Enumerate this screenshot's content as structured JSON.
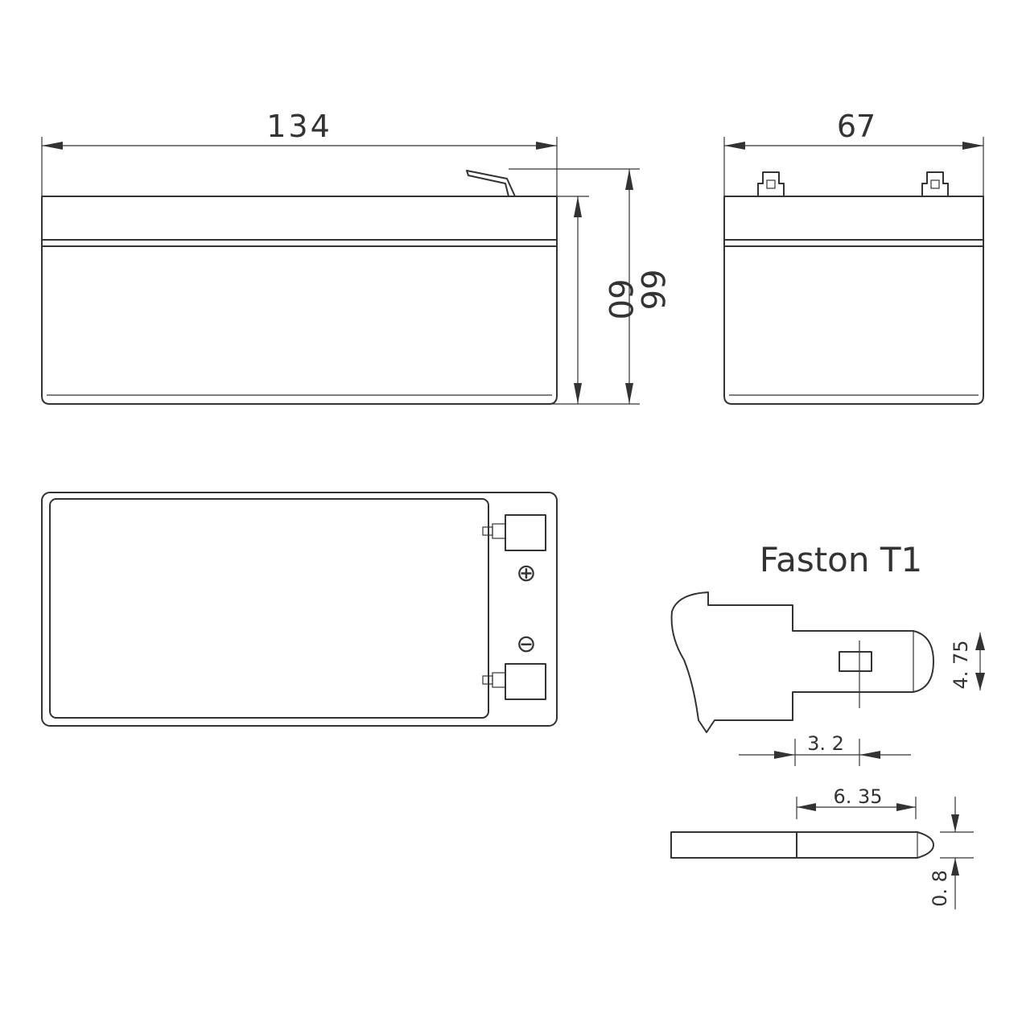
{
  "front_view": {
    "width_dim": "134",
    "body_height_dim": "60",
    "total_height_dim": "66"
  },
  "side_view": {
    "width_dim": "67"
  },
  "top_view": {
    "positive_symbol": "⊕",
    "negative_symbol": "⊖"
  },
  "terminal": {
    "title": "Faston T1",
    "tab_width_dim": "4. 75",
    "hole_dim": "3. 2",
    "tab_length_dim": "6. 35",
    "thickness_dim": "0. 8"
  },
  "colors": {
    "line": "#333333",
    "background": "#ffffff"
  }
}
